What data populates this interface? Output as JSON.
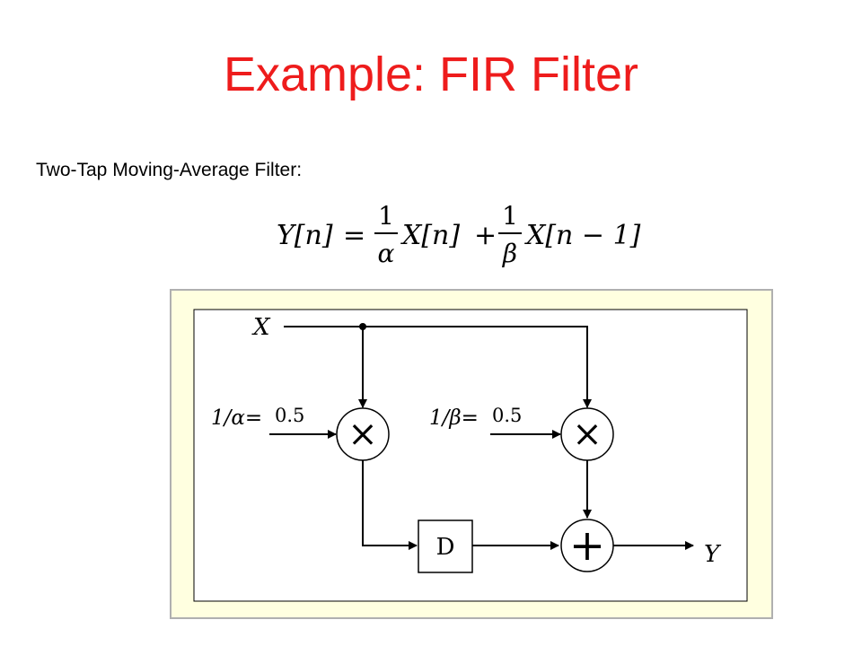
{
  "slide": {
    "title": "Example: FIR Filter",
    "subtitle": "Two-Tap Moving-Average Filter:",
    "title_color": "#ee1c1c"
  },
  "equation": {
    "lhs": "Y[n]",
    "equals": "=",
    "frac1_num": "1",
    "frac1_den": "α",
    "term1": "X[n]",
    "plus": "+",
    "frac2_num": "1",
    "frac2_den": "β",
    "term2": "X[n − 1]"
  },
  "diagram": {
    "background_color": "#ffffe0",
    "input_label": "X",
    "output_label": "Y",
    "coef1_label": "1/α=",
    "coef1_value": "0.5",
    "coef2_label": "1/β=",
    "coef2_value": "0.5",
    "multiplier_symbol": "×",
    "delay_label": "D",
    "adder_symbol": "+"
  }
}
